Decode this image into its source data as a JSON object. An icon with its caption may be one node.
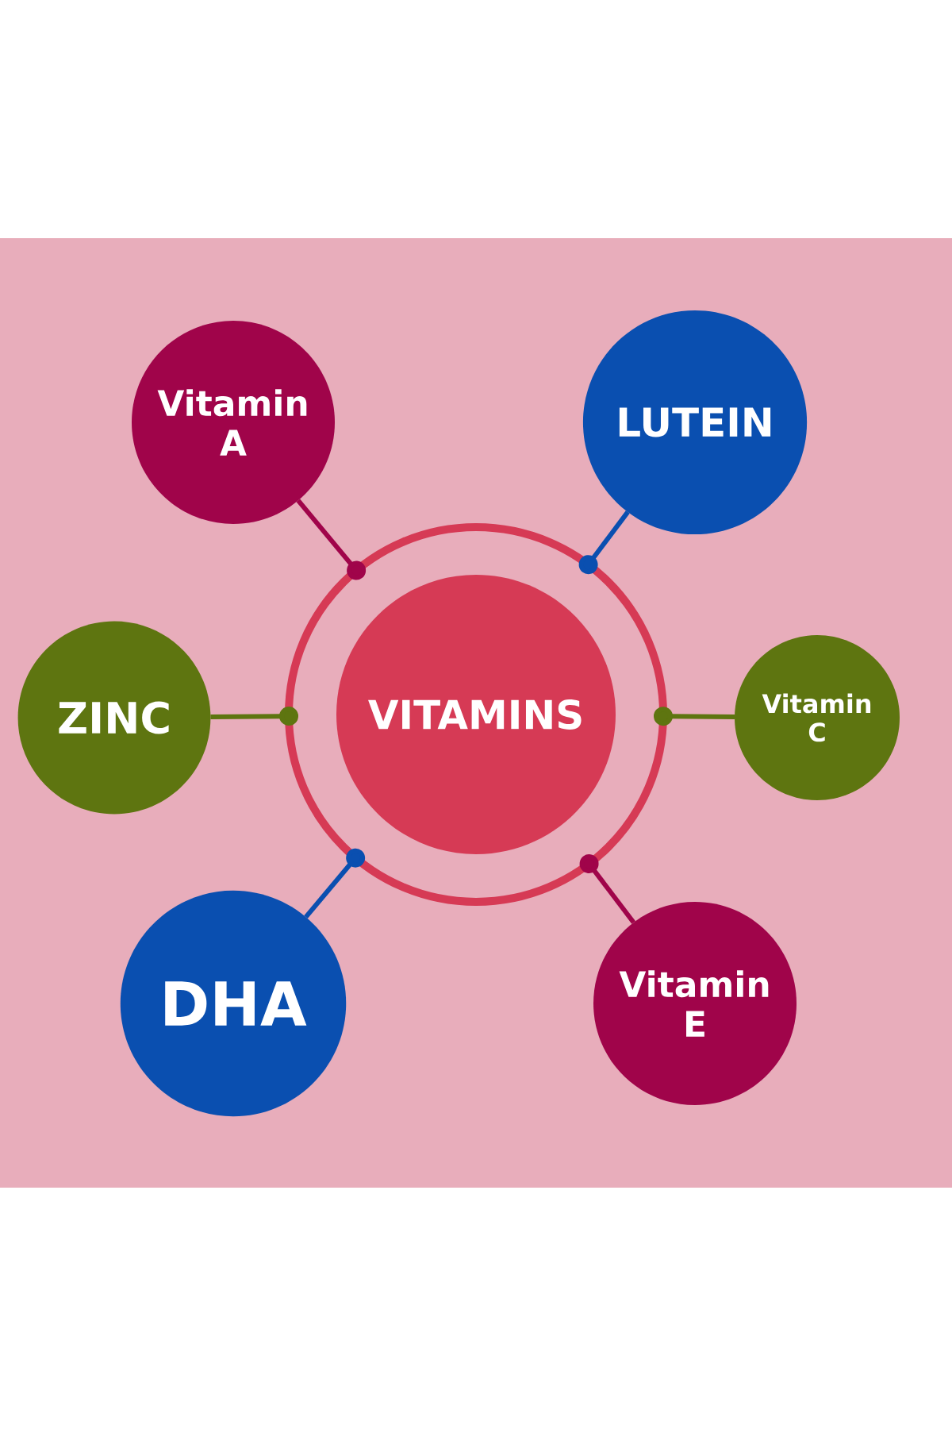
{
  "diagram": {
    "nodes": [
      {
        "text": [
          "Vitamin A"
        ]
      },
      {
        "text": [
          "LUTEIN"
        ]
      },
      {
        "text": [
          "ZINC"
        ]
      },
      {
        "text": [
          "VITAMINS"
        ]
      },
      {
        "text": [
          "Vitamin C"
        ]
      },
      {
        "text": [
          "DHA"
        ]
      },
      {
        "text": [
          "Vitamin E"
        ]
      }
    ],
    "edges": [
      {
        "from": 3,
        "to": 0,
        "arrow": "other",
        "color": "#a0044a"
      },
      {
        "from": 3,
        "to": 1,
        "arrow": "other",
        "color": "#0a4fb0"
      },
      {
        "from": 3,
        "to": 2,
        "arrow": "other",
        "color": "#5e7510"
      },
      {
        "from": 3,
        "to": 4,
        "arrow": "other",
        "color": "#5e7510"
      },
      {
        "from": 3,
        "to": 5,
        "arrow": "other",
        "color": "#0a4fb0"
      },
      {
        "from": 3,
        "to": 6,
        "arrow": "other",
        "color": "#a0044a"
      }
    ]
  }
}
